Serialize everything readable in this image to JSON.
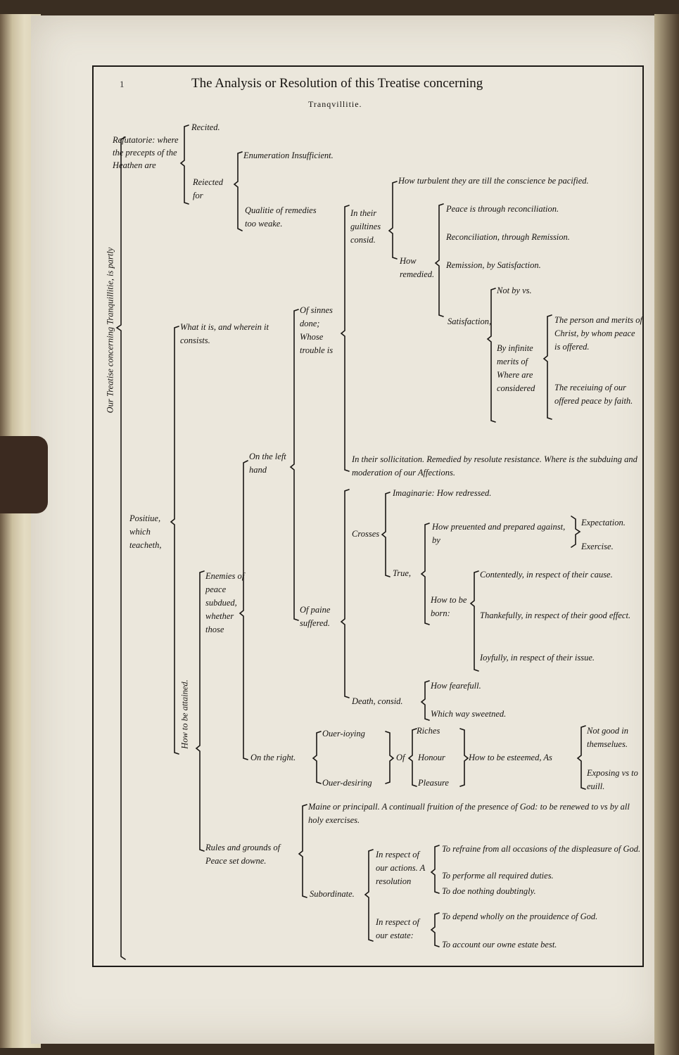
{
  "title": "The Analysis or Resolution of this Treatise concerning",
  "subtitle": "Tranqvillitie.",
  "folio": "1",
  "root": "Our Treatise concerning Tranquillitie, is partly",
  "refutatorie": {
    "label": "Refutatorie: where the precepts of the Heathen are",
    "recited": "Recited.",
    "reiected": "Reiected for",
    "enumeration": "Enumeration Insufficient.",
    "qualitie": "Qualitie of remedies too weake."
  },
  "positiue": {
    "label": "Positiue, which teacheth,",
    "what": "What it is, and wherein it consists.",
    "how": "How to be attained.",
    "enemies": "Enemies of peace subdued, whether those",
    "left": "On the left hand",
    "sinnes": "Of sinnes done; Whose trouble is",
    "guiltines": "In their guiltines consid.",
    "turbulent": "How turbulent they are till the conscience be pacified.",
    "remedied": "How remedied.",
    "peace": "Peace is through reconciliation.",
    "reconciliation": "Reconciliation, through Remission.",
    "remission": "Remission, by Satisfaction.",
    "satisfaction": "Satisfaction,",
    "notbyvs": "Not by vs.",
    "infinite": "By infinite merits of Where are considered",
    "person": "The person and merits of Christ, by whom peace is offered.",
    "receiuing": "The receiuing of our offered peace by faith.",
    "sollicitation": "In their sollicitation. Remedied by resolute resistance. Where is the subduing and moderation of our Affections.",
    "paine": "Of paine suffered.",
    "crosses": "Crosses",
    "imaginarie": "Imaginarie: How redressed.",
    "preuented": "How preuented and prepared against, by",
    "expectation": "Expectation.",
    "exercise": "Exercise.",
    "true": "True,",
    "howtoborn": "How to be born:",
    "contentedly": "Contentedly, in respect of their cause.",
    "thankefully": "Thankefully, in respect of their good effect.",
    "ioyfully": "Ioyfully, in respect of their issue.",
    "death": "Death, consid.",
    "fearefull": "How fearefull.",
    "sweetned": "Which way sweetned.",
    "right": "On the right.",
    "oueri": "Ouer-ioying",
    "overd": "Ouer-desiring",
    "of": "Of",
    "riches": "Riches",
    "honour": "Honour",
    "pleasure": "Pleasure",
    "esteemed": "How to be esteemed, As",
    "notgood": "Not good in themselues.",
    "exposing": "Exposing vs to euill.",
    "rules": "Rules and grounds of Peace set downe.",
    "maine": "Maine or principall. A continuall fruition of the presence of God: to be renewed to vs by all holy exercises.",
    "subordinate": "Subordinate.",
    "actions": "In respect of our actions. A resolution",
    "refraine": "To refraine from all occasions of the displeasure of God.",
    "performe": "To performe all required duties.",
    "doubtingly": "To doe nothing doubtingly.",
    "estate": "In respect of our estate:",
    "depend": "To depend wholly on the prouidence of God.",
    "account": "To account our owne estate best."
  }
}
